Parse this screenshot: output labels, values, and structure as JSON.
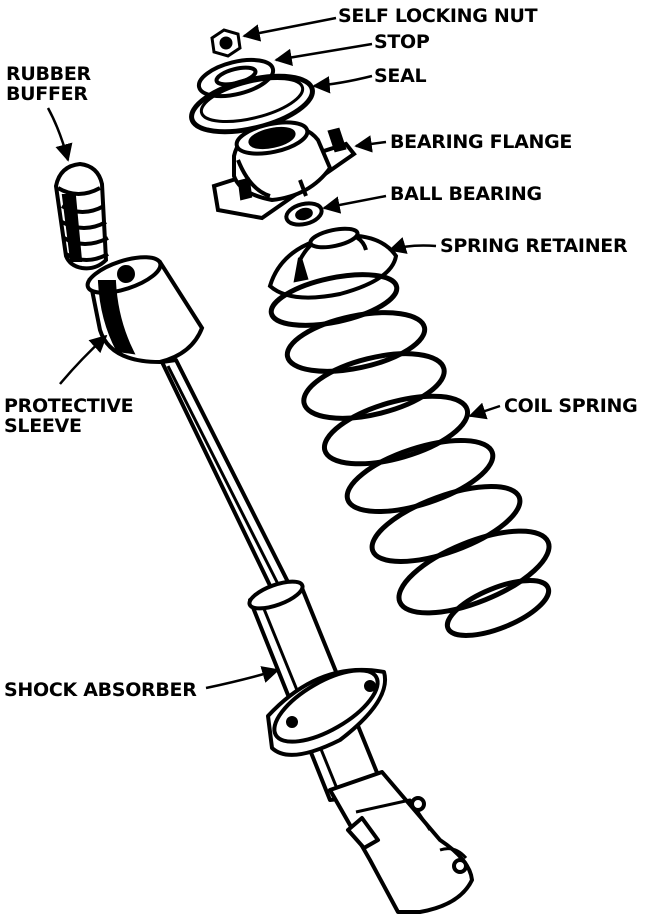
{
  "labels": {
    "self_locking_nut": "SELF LOCKING NUT",
    "stop": "STOP",
    "seal": "SEAL",
    "bearing_flange": "BEARING FLANGE",
    "ball_bearing": "BALL BEARING",
    "spring_retainer": "SPRING RETAINER",
    "coil_spring": "COIL SPRING",
    "rubber_buffer_1": "RUBBER",
    "rubber_buffer_2": "BUFFER",
    "protective_sleeve_1": "PROTECTIVE",
    "protective_sleeve_2": "SLEEVE",
    "shock_absorber": "SHOCK ABSORBER"
  }
}
